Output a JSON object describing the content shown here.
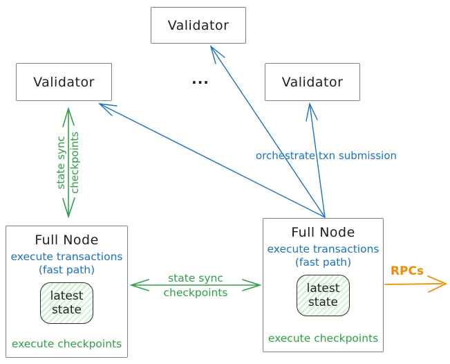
{
  "colors": {
    "blue": "#1971c2",
    "green": "#2f9e44",
    "orange": "#f08c00",
    "box_border": "#808080",
    "text": "#1e1e1e",
    "state_hatch": "rgba(64,192,87,0.28)"
  },
  "validators": {
    "top": "Validator",
    "left": "Validator",
    "right": "Validator",
    "ellipsis": "..."
  },
  "full_node_left": {
    "title": "Full Node",
    "exec_line1": "execute transactions",
    "exec_line2": "(fast path)",
    "state_line1": "latest",
    "state_line2": "state",
    "footer": "execute checkpoints"
  },
  "full_node_right": {
    "title": "Full Node",
    "exec_line1": "execute transactions",
    "exec_line2": "(fast path)",
    "state_line1": "latest",
    "state_line2": "state",
    "footer": "execute checkpoints"
  },
  "arrow_labels": {
    "left_sync_line1": "state sync",
    "left_sync_line2": "checkpoints",
    "mid_sync_line1": "state sync",
    "mid_sync_line2": "checkpoints",
    "orchestrate": "orchestrate txn submission",
    "rpcs": "RPCs"
  }
}
